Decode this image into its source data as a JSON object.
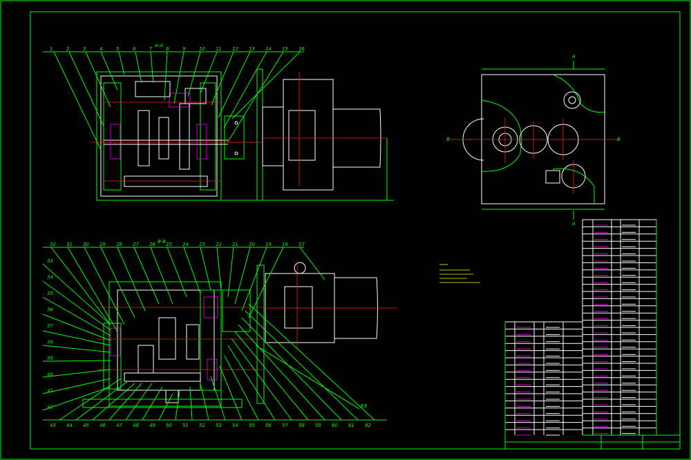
{
  "views": {
    "section_a": "A-A",
    "section_b": "B-B"
  },
  "top_balloons": [
    "1",
    "2",
    "3",
    "4",
    "5",
    "6",
    "7",
    "8",
    "9",
    "10",
    "11",
    "12",
    "13",
    "14",
    "15",
    "16"
  ],
  "bottom_top_balloons": [
    "32",
    "31",
    "30",
    "29",
    "28",
    "27",
    "26",
    "25",
    "24",
    "23",
    "22",
    "21",
    "20",
    "19",
    "18",
    "17"
  ],
  "left_balloons": [
    "33",
    "34",
    "35",
    "36",
    "37",
    "38",
    "39",
    "40",
    "41",
    "42"
  ],
  "bottom_balloons": [
    "43",
    "44",
    "45",
    "46",
    "47",
    "48",
    "49",
    "50",
    "51",
    "52",
    "53",
    "54",
    "55",
    "56",
    "57",
    "58",
    "59",
    "60",
    "61",
    "62"
  ],
  "right_balloon": "63",
  "side_marks": {
    "a_top": "A",
    "a_bottom": "A",
    "b_left": "B",
    "b_right": "B"
  }
}
